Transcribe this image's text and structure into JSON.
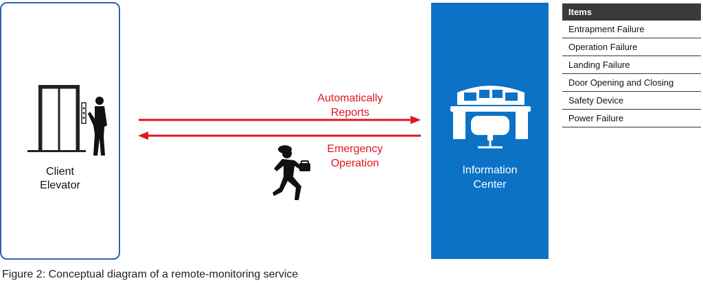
{
  "client": {
    "line1": "Client",
    "line2": "Elevator"
  },
  "center": {
    "line1": "Information",
    "line2": "Center"
  },
  "arrows": {
    "report_line1": "Automatically",
    "report_line2": "Reports",
    "emergency_line1": "Emergency",
    "emergency_line2": "Operation"
  },
  "table": {
    "header": "Items",
    "rows": [
      "Entrapment Failure",
      "Operation Failure",
      "Landing Failure",
      "Door Opening and Closing",
      "Safety Device",
      "Power Failure"
    ]
  },
  "caption": "Figure 2: Conceptual diagram of a remote-monitoring service",
  "colors": {
    "frame": "#2f63b0",
    "center": "#0b72c6",
    "arrow": "#e0161e",
    "header": "#3a3a3a"
  },
  "icons": [
    "elevator-icon",
    "person-icon",
    "control-desk-icon",
    "running-technician-icon"
  ]
}
